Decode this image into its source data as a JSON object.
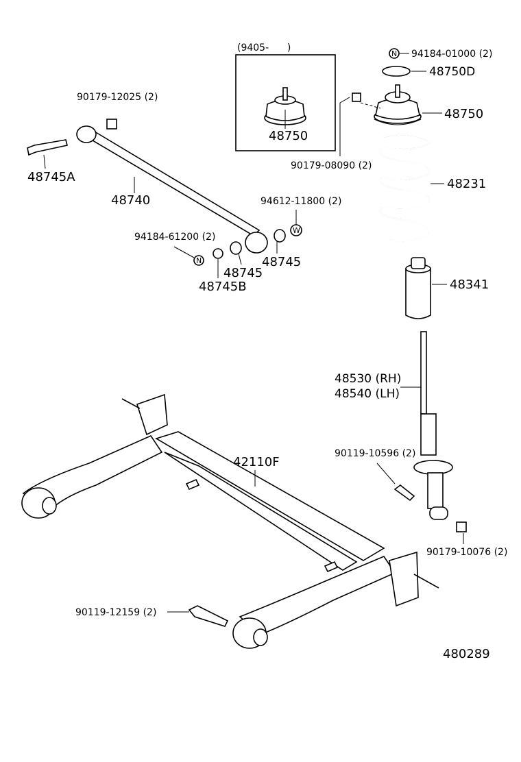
{
  "variant_box": {
    "label": "(9405-      )",
    "part": "48750"
  },
  "labels": {
    "nut_top": "94184-01000 (2)",
    "seat": "48750D",
    "mount": "48750",
    "nut_mount": "90179-08090 (2)",
    "spring": "48231",
    "bumper": "48341",
    "shock_rh": "48530 (RH)",
    "shock_lh": "48540 (LH)",
    "bolt_shock": "90119-10596 (2)",
    "nut_shock": "90179-10076 (2)",
    "beam": "42110F",
    "bolt_beam": "90119-12159 (2)",
    "nut_rod": "90179-12025 (2)",
    "bolt_rod": "48745A",
    "rod": "48740",
    "washer": "94612-11800 (2)",
    "nut_rod2": "94184-61200 (2)",
    "bush1": "48745",
    "bush2": "48745",
    "bush_b": "48745B",
    "diagram_no": "480289"
  },
  "symbols": {
    "n": "N",
    "w": "W"
  }
}
